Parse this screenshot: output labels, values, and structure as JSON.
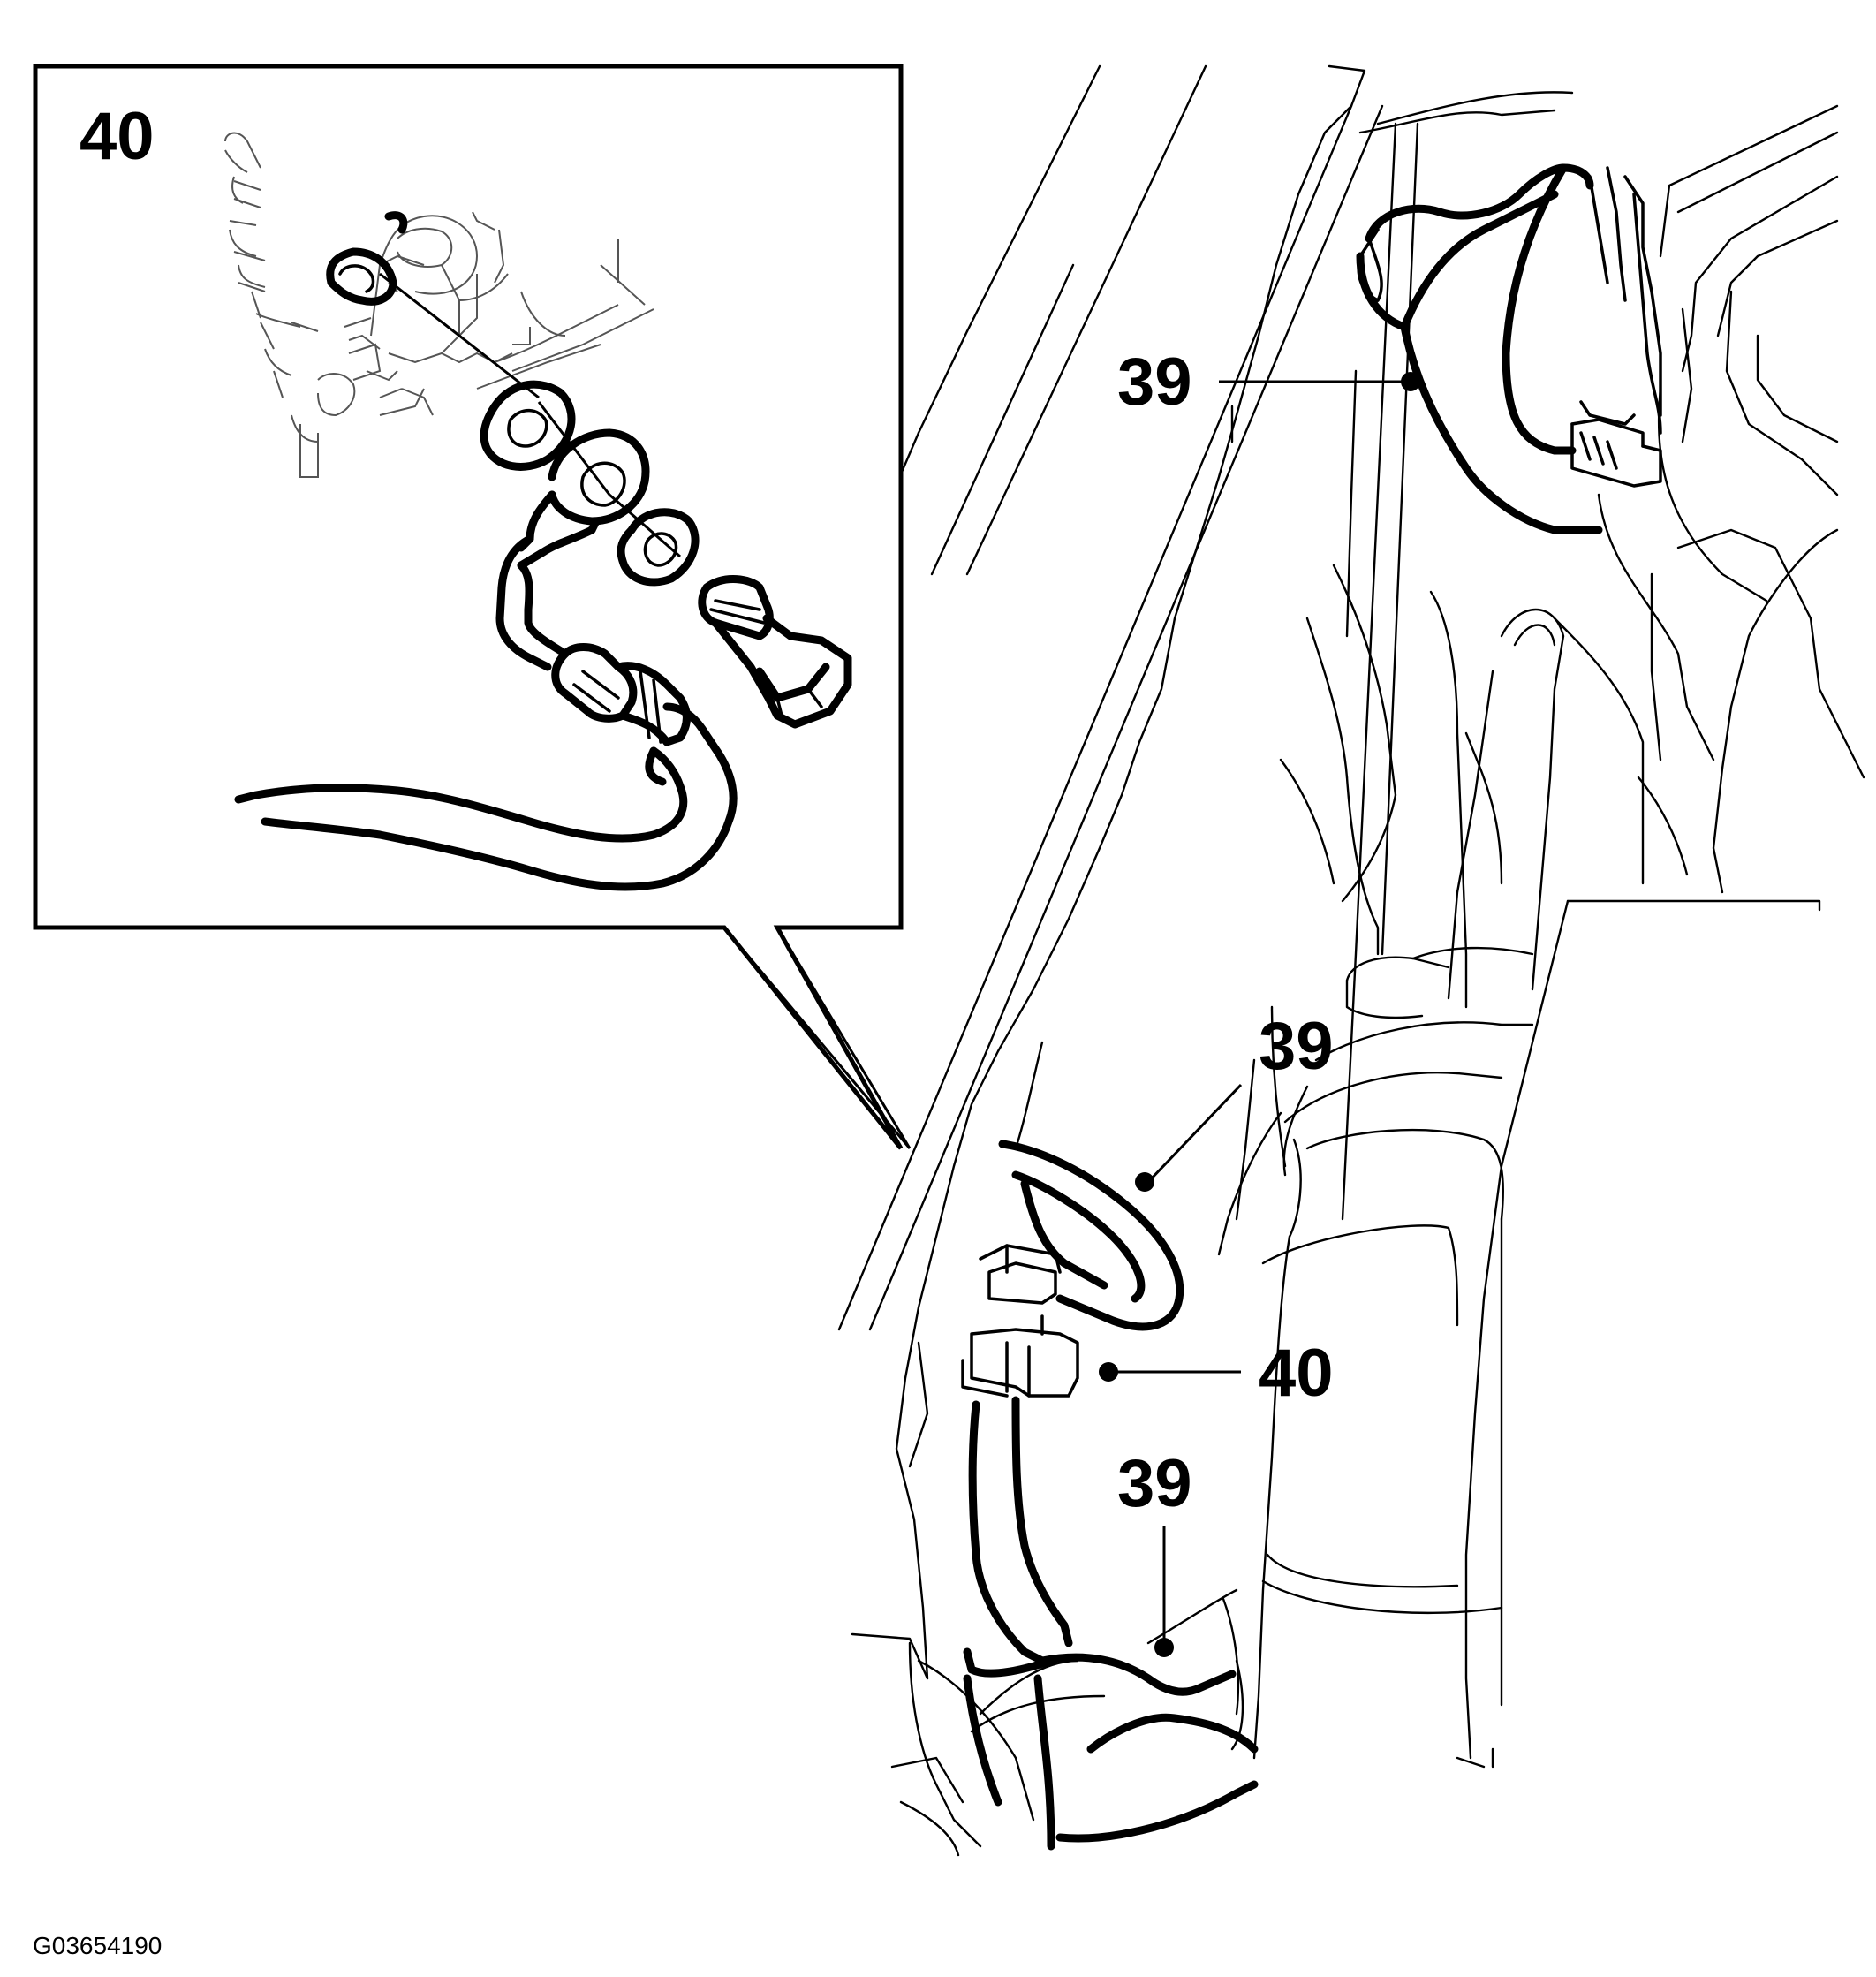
{
  "figure": {
    "inset_label": "40",
    "callouts": [
      {
        "id": "callout-39-top",
        "text": "39"
      },
      {
        "id": "callout-39-mid",
        "text": "39"
      },
      {
        "id": "callout-40",
        "text": "40"
      },
      {
        "id": "callout-39-bottom",
        "text": "39"
      }
    ],
    "figure_id": "G03654190"
  }
}
